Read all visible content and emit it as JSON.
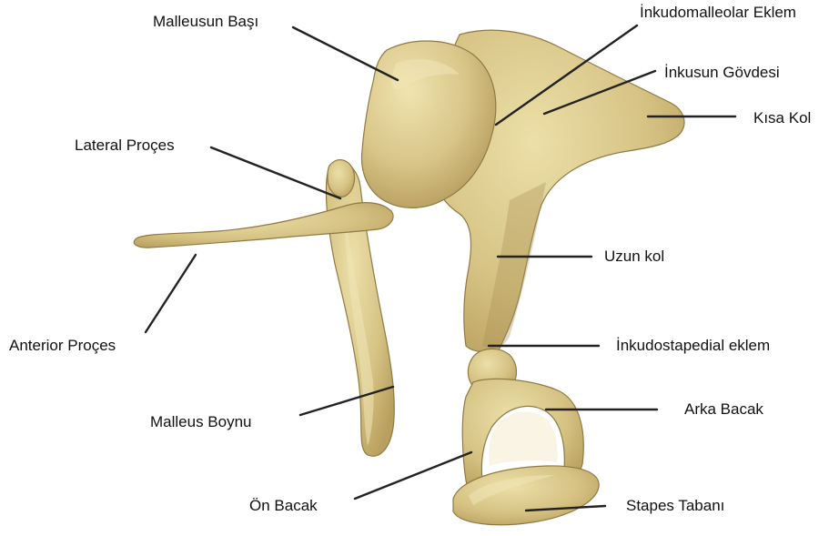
{
  "labels": {
    "malleus_head": "Malleusun Başı",
    "incudomalleolar_joint": "İnkudomalleolar Eklem",
    "incus_body": "İnkusun Gövdesi",
    "short_process": "Kısa Kol",
    "lateral_process": "Lateral Proçes",
    "long_process": "Uzun kol",
    "anterior_process": "Anterior Proçes",
    "incudostapedial_joint": "İnkudostapedial eklem",
    "posterior_crus": "Arka Bacak",
    "malleus_neck": "Malleus Boynu",
    "anterior_crus": "Ön Bacak",
    "stapes_footplate": "Stapes Tabanı"
  },
  "colors": {
    "bone_fill": "#d8c588",
    "bone_outline": "#8f7a45",
    "leader_line": "#222222",
    "background": "#ffffff"
  }
}
